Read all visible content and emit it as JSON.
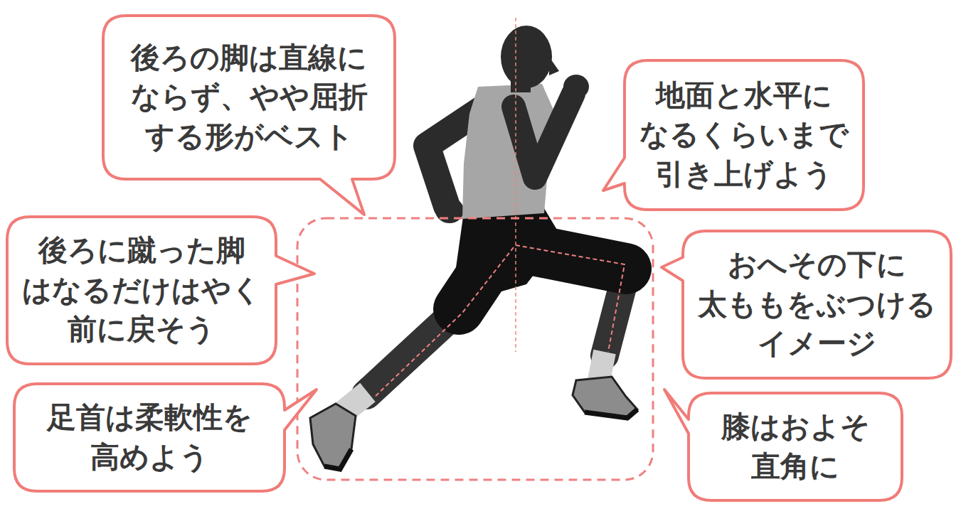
{
  "diagram": {
    "nodes": [
      {
        "text": [
          "後ろの脚は直線に ならず、やや屈折 する形がベスト"
        ]
      },
      {
        "text": [
          "地面と水平に なるくらいまで 引き上げよう"
        ]
      },
      {
        "text": [
          "後ろに蹴った脚 はなるだけはやく 前に戻そう"
        ]
      },
      {
        "text": [
          "おへその下に 太ももをぶつける イメージ"
        ]
      },
      {
        "text": [
          "足首は柔軟性を 高めよう"
        ]
      },
      {
        "text": [
          "膝はおよそ 直角に"
        ]
      }
    ]
  }
}
